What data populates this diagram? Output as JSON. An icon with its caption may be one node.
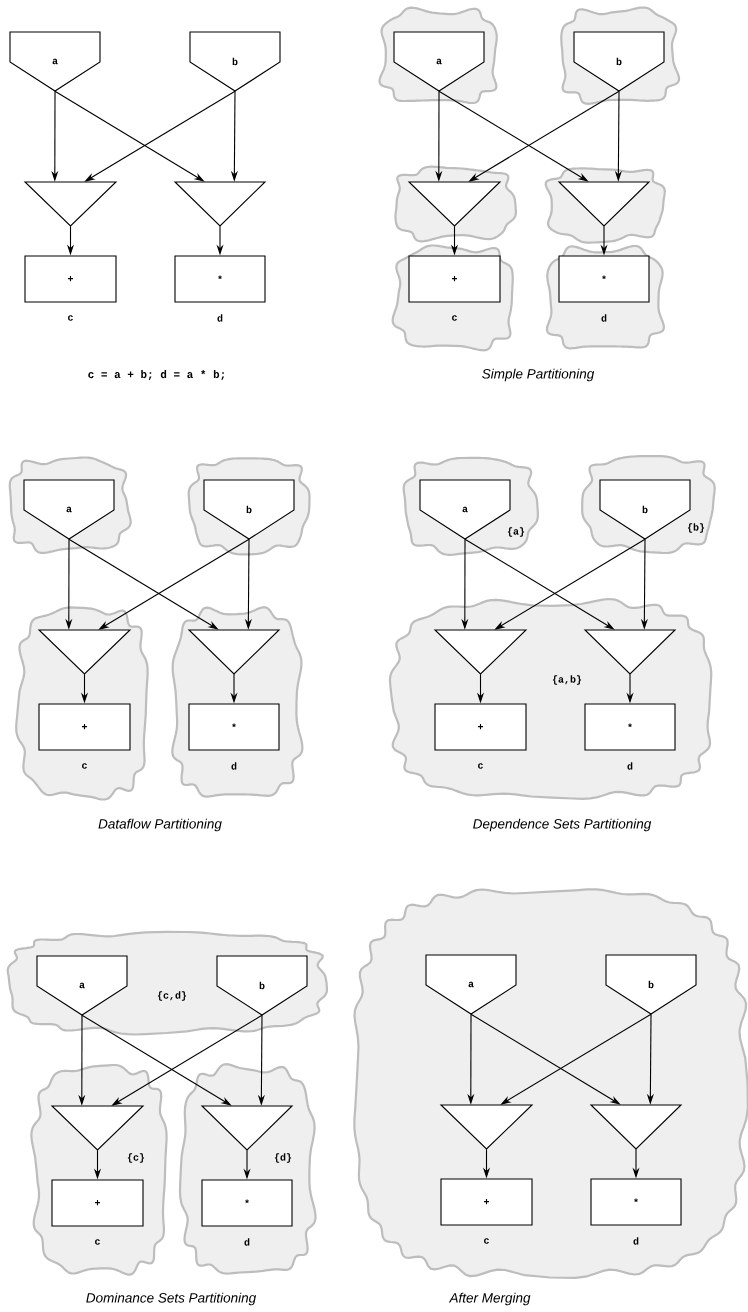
{
  "diagram": {
    "nodes": [
      {
        "text": [
          "a"
        ]
      },
      {
        "text": [
          "b"
        ]
      },
      {
        "text": [],
        "shape": "triangle"
      },
      {
        "text": [],
        "shape": "triangle"
      },
      {
        "text": [
          "+"
        ],
        "beside": [
          "c"
        ]
      },
      {
        "text": [
          "*"
        ],
        "beside": [
          "d"
        ]
      },
      {
        "text": [],
        "shape": "cloud"
      },
      {
        "text": [
          "a"
        ],
        "in": 6
      },
      {
        "text": [],
        "shape": "cloud"
      },
      {
        "text": [
          "b"
        ],
        "in": 8
      },
      {
        "text": [],
        "shape": "cloud"
      },
      {
        "text": [],
        "shape": "triangle",
        "in": 10
      },
      {
        "text": [],
        "shape": "cloud"
      },
      {
        "text": [],
        "shape": "triangle",
        "in": 12
      },
      {
        "text": [],
        "shape": "cloud"
      },
      {
        "text": [
          "+"
        ],
        "beside": [
          "c"
        ],
        "in": 14
      },
      {
        "text": [],
        "shape": "cloud"
      },
      {
        "text": [
          "*"
        ],
        "beside": [
          "d"
        ],
        "in": 16
      },
      {
        "text": [],
        "shape": "cloud"
      },
      {
        "text": [
          "a"
        ],
        "in": 18
      },
      {
        "text": [],
        "shape": "cloud"
      },
      {
        "text": [
          "b"
        ],
        "in": 20
      },
      {
        "text": [],
        "shape": "cloud"
      },
      {
        "text": [],
        "shape": "triangle",
        "in": 22
      },
      {
        "text": [
          "+"
        ],
        "beside": [
          "c"
        ],
        "in": 22
      },
      {
        "text": [],
        "shape": "cloud"
      },
      {
        "text": [],
        "shape": "triangle",
        "in": 25
      },
      {
        "text": [
          "*"
        ],
        "beside": [
          "d"
        ],
        "in": 25
      },
      {
        "text": [
          "{a}"
        ]
      },
      {
        "text": [
          "a"
        ],
        "in": 28
      },
      {
        "text": [
          "{b}"
        ]
      },
      {
        "text": [
          "b"
        ],
        "in": 30
      },
      {
        "text": [
          "{a,b}"
        ]
      },
      {
        "text": [],
        "shape": "triangle",
        "in": 32
      },
      {
        "text": [],
        "shape": "triangle",
        "in": 32
      },
      {
        "text": [
          "+"
        ],
        "beside": [
          "c"
        ],
        "in": 32
      },
      {
        "text": [
          "*"
        ],
        "beside": [
          "d"
        ],
        "in": 32
      },
      {
        "text": [
          "{c,d}"
        ]
      },
      {
        "text": [
          "a"
        ],
        "in": 37
      },
      {
        "text": [
          "b"
        ],
        "in": 37
      },
      {
        "text": [
          "{c}"
        ]
      },
      {
        "text": [],
        "shape": "triangle",
        "in": 40
      },
      {
        "text": [
          "+"
        ],
        "beside": [
          "c"
        ],
        "in": 40
      },
      {
        "text": [
          "{d}"
        ]
      },
      {
        "text": [],
        "shape": "triangle",
        "in": 43
      },
      {
        "text": [
          "*"
        ],
        "beside": [
          "d"
        ],
        "in": 43
      },
      {
        "text": [],
        "shape": "cloud"
      },
      {
        "text": [
          "a"
        ],
        "in": 46
      },
      {
        "text": [
          "b"
        ],
        "in": 46
      },
      {
        "text": [],
        "shape": "triangle",
        "in": 46
      },
      {
        "text": [],
        "shape": "triangle",
        "in": 46
      },
      {
        "text": [
          "+"
        ],
        "beside": [
          "c"
        ],
        "in": 46
      },
      {
        "text": [
          "*"
        ],
        "beside": [
          "d"
        ],
        "in": 46
      }
    ],
    "edges": [
      {
        "from": 0,
        "to": 2,
        "arrow": "to"
      },
      {
        "from": 0,
        "to": 3,
        "arrow": "to"
      },
      {
        "from": 1,
        "to": 2,
        "arrow": "to"
      },
      {
        "from": 1,
        "to": 3,
        "arrow": "to"
      },
      {
        "from": 2,
        "to": 4,
        "arrow": "to"
      },
      {
        "from": 3,
        "to": 5,
        "arrow": "to"
      },
      {
        "from": 7,
        "to": 11,
        "arrow": "to"
      },
      {
        "from": 7,
        "to": 13,
        "arrow": "to"
      },
      {
        "from": 9,
        "to": 11,
        "arrow": "to"
      },
      {
        "from": 9,
        "to": 13,
        "arrow": "to"
      },
      {
        "from": 11,
        "to": 15,
        "arrow": "to"
      },
      {
        "from": 13,
        "to": 17,
        "arrow": "to"
      },
      {
        "from": 19,
        "to": 23,
        "arrow": "to"
      },
      {
        "from": 19,
        "to": 26,
        "arrow": "to"
      },
      {
        "from": 21,
        "to": 23,
        "arrow": "to"
      },
      {
        "from": 21,
        "to": 26,
        "arrow": "to"
      },
      {
        "from": 23,
        "to": 24,
        "arrow": "to"
      },
      {
        "from": 26,
        "to": 27,
        "arrow": "to"
      },
      {
        "from": 29,
        "to": 33,
        "arrow": "to"
      },
      {
        "from": 29,
        "to": 34,
        "arrow": "to"
      },
      {
        "from": 31,
        "to": 33,
        "arrow": "to"
      },
      {
        "from": 31,
        "to": 34,
        "arrow": "to"
      },
      {
        "from": 33,
        "to": 35,
        "arrow": "to"
      },
      {
        "from": 34,
        "to": 36,
        "arrow": "to"
      },
      {
        "from": 38,
        "to": 41,
        "arrow": "to"
      },
      {
        "from": 38,
        "to": 44,
        "arrow": "to"
      },
      {
        "from": 39,
        "to": 41,
        "arrow": "to"
      },
      {
        "from": 39,
        "to": 44,
        "arrow": "to"
      },
      {
        "from": 41,
        "to": 42,
        "arrow": "to"
      },
      {
        "from": 44,
        "to": 45,
        "arrow": "to"
      },
      {
        "from": 47,
        "to": 49,
        "arrow": "to"
      },
      {
        "from": 47,
        "to": 50,
        "arrow": "to"
      },
      {
        "from": 48,
        "to": 49,
        "arrow": "to"
      },
      {
        "from": 48,
        "to": 50,
        "arrow": "to"
      },
      {
        "from": 49,
        "to": 51,
        "arrow": "to"
      },
      {
        "from": 50,
        "to": 52,
        "arrow": "to"
      }
    ],
    "labels": [
      "c = a + b; d = a * b;",
      "Simple Partitioning",
      "Dataflow Partitioning",
      "Dependence Sets Partitioning",
      "Dominance Sets Partitioning",
      "After Merging"
    ]
  }
}
